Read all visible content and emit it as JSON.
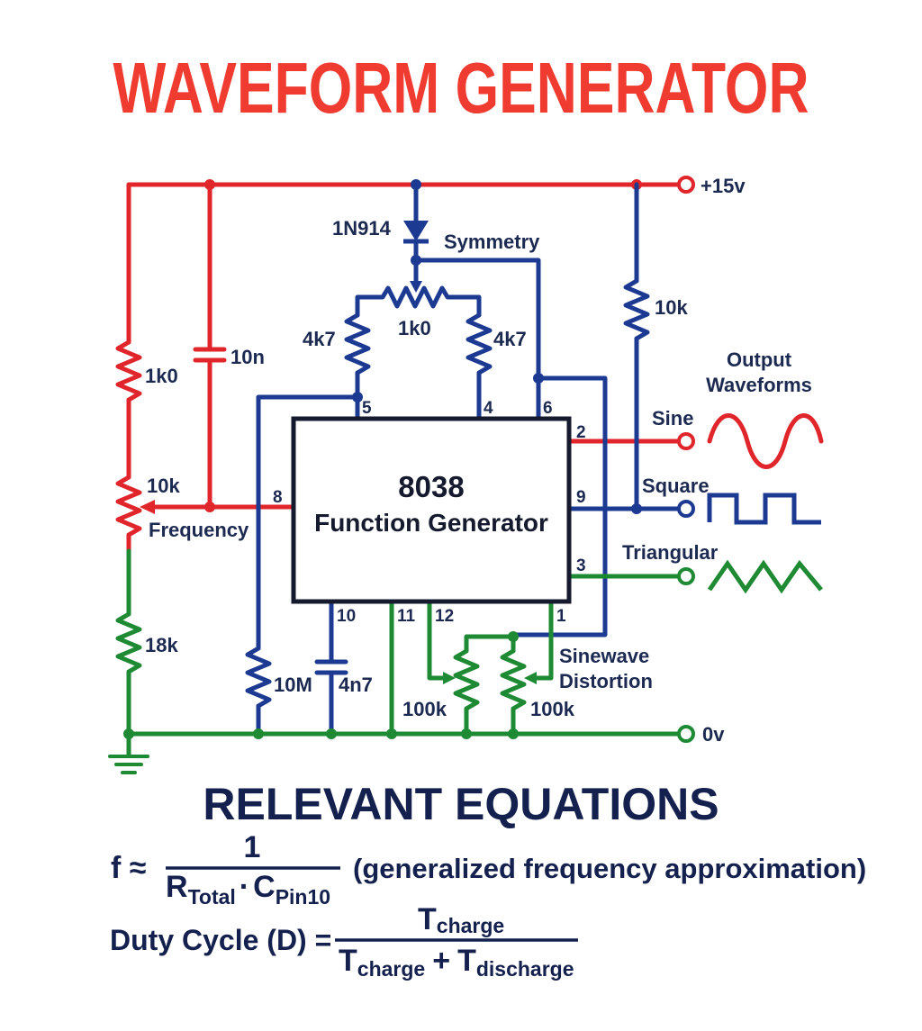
{
  "title": "WAVEFORM GENERATOR",
  "colors": {
    "red": "#e0262b",
    "blue": "#1d3a92",
    "green": "#1e8a33",
    "dark": "#1c2a52"
  },
  "chip": {
    "name": "8038",
    "subtitle": "Function Generator"
  },
  "pins": {
    "p5": "5",
    "p4": "4",
    "p6": "6",
    "p2": "2",
    "p9": "9",
    "p3": "3",
    "p8": "8",
    "p10": "10",
    "p11": "11",
    "p12": "12",
    "p1": "1"
  },
  "components": {
    "r1k0_left": "1k0",
    "c10n": "10n",
    "pot10k": "10k",
    "frequency": "Frequency",
    "r18k": "18k",
    "r10M": "10M",
    "c4n7": "4n7",
    "diode": "1N914",
    "symmetry": "Symmetry",
    "pot1k0": "1k0",
    "r4k7_left": "4k7",
    "r4k7_right": "4k7",
    "r10k_right": "10k",
    "pot100k_left": "100k",
    "pot100k_right": "100k",
    "sinewave": "Sinewave",
    "distortion": "Distortion"
  },
  "rails": {
    "positive": "+15v",
    "ground": "0v"
  },
  "outputs": {
    "heading_line1": "Output",
    "heading_line2": "Waveforms",
    "sine": "Sine",
    "square": "Square",
    "triangular": "Triangular"
  },
  "equations": {
    "heading": "RELEVANT EQUATIONS",
    "f_lhs": "f ≈",
    "f_num": "1",
    "f_den_R": "R",
    "f_den_R_sub": "Total",
    "f_den_dot": "·",
    "f_den_C": "C",
    "f_den_C_sub": "Pin10",
    "f_note": "(generalized frequency approximation)",
    "d_lhs": "Duty Cycle (D) =",
    "d_num_T": "T",
    "d_num_sub": "charge",
    "d_den_T1": "T",
    "d_den_sub1": "charge",
    "d_den_plus": "+",
    "d_den_T2": "T",
    "d_den_sub2": "discharge"
  }
}
